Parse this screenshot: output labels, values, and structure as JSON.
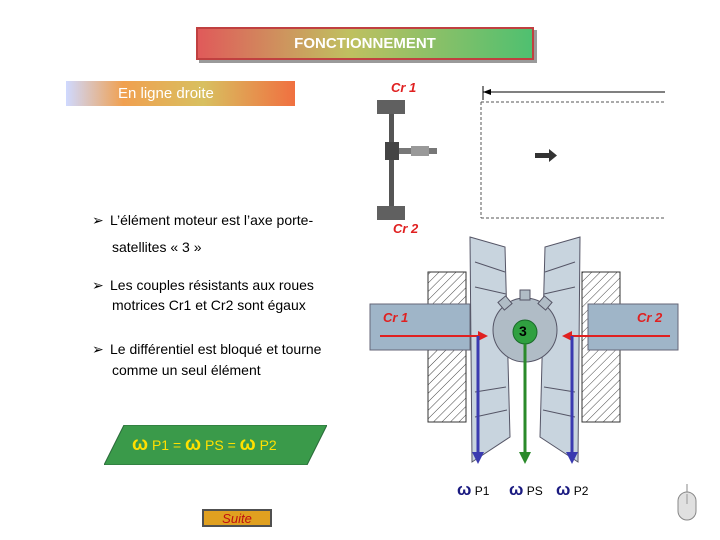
{
  "header": {
    "title": "FONCTIONNEMENT"
  },
  "mode": {
    "label": "En ligne droite"
  },
  "bullets": [
    {
      "line1": "L’élément moteur est l’axe porte-",
      "line2": "satellites « 3 »"
    },
    {
      "line1": "Les couples résistants aux roues",
      "line2": "motrices Cr1  et Cr2 sont égaux"
    },
    {
      "line1": "Le différentiel est bloqué et tourne",
      "line2": "comme un seul élément"
    }
  ],
  "formula": {
    "omega": "ω",
    "p1": "P1 =",
    "ps": "PS =",
    "p2": "P2"
  },
  "diagram": {
    "top_cr1": "Cr 1",
    "top_cr2": "Cr 2",
    "left_cr1": "Cr 1",
    "right_cr2": "Cr 2",
    "center_number": "3",
    "omega": "ω",
    "omega_p1": "P1",
    "omega_ps": "PS",
    "omega_p2": "P2"
  },
  "nav": {
    "suite_label": "Suite"
  },
  "colors": {
    "title_text": "#ffffff",
    "red": "#e02020",
    "green_box": "#3a9a4a",
    "formula_text": "#ffe000",
    "blue_arrow": "#3a3ab0",
    "green_arrow": "#2a8a2a"
  },
  "icons": {
    "bullet": "arrow-bullet-icon",
    "cursor": "mouse-icon"
  }
}
